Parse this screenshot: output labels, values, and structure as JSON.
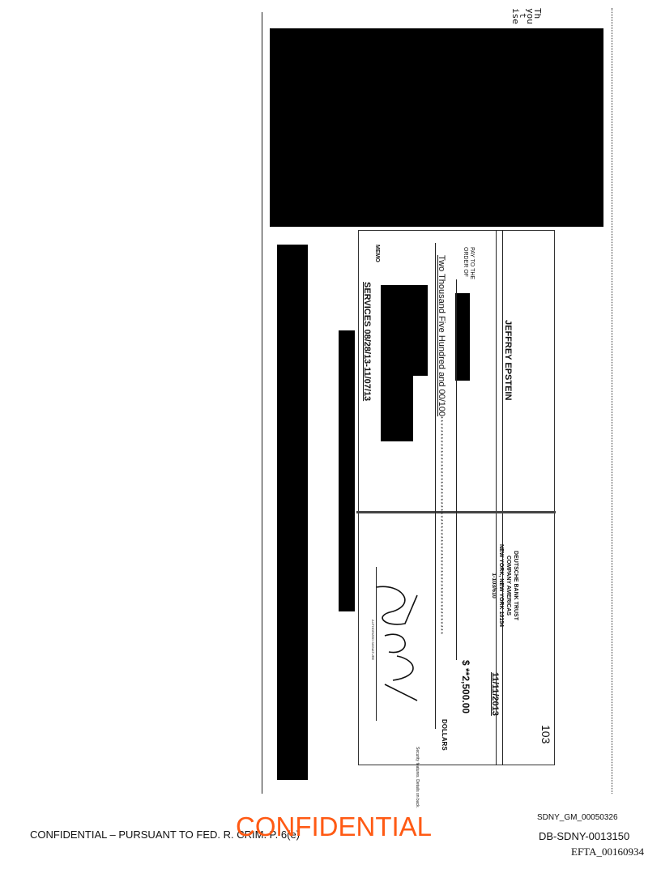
{
  "scan_fragment": {
    "lines": [
      "Th",
      "you",
      "t",
      "ise"
    ]
  },
  "check": {
    "number": "103",
    "account_holder": "JEFFREY EPSTEIN",
    "bank": {
      "line1": "DEUTSCHE BANK TRUST",
      "line2": "COMPANY AMERICAS",
      "line3": "NEW YORK, NEW YORK 10154",
      "routing_fraction": "1-103/610"
    },
    "date": "11/11/2013",
    "pay_to_label_1": "PAY TO THE",
    "pay_to_label_2": "ORDER OF",
    "amount_numeric": "$ **2,500.00",
    "amount_words": "Two Thousand Five Hundred and 00/100",
    "amount_fill": "****************************************************************",
    "dollars_label": "DOLLARS",
    "memo_label": "MEMO",
    "memo": "SERVICES 08/28/13-11/07/13",
    "signature_label": "AUTHORIZED SIGNATURE",
    "security_note": "Security features. Details on back."
  },
  "footer": {
    "left": "CONFIDENTIAL – PURSUANT TO FED. R. CRIM. P. 6(e)",
    "stamp": "CONFIDENTIAL",
    "bates_1": "SDNY_GM_00050326",
    "bates_2": "DB-SDNY-0013150",
    "bates_3": "EFTA_00160934"
  },
  "colors": {
    "stamp": "#ff5a14",
    "redaction": "#000000"
  }
}
